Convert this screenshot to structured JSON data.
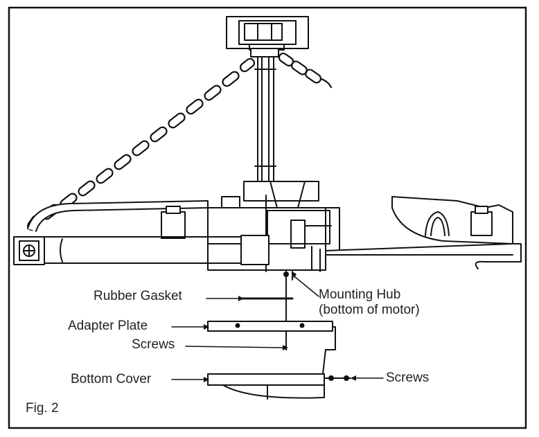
{
  "figure": {
    "caption": "Fig. 2",
    "labels": {
      "rubber_gasket": "Rubber Gasket",
      "adapter_plate": "Adapter Plate",
      "screws_upper": "Screws",
      "bottom_cover": "Bottom Cover",
      "screws_right": "Screws",
      "mounting_hub": "Mounting Hub",
      "mounting_hub_note": "(bottom of motor)"
    }
  }
}
